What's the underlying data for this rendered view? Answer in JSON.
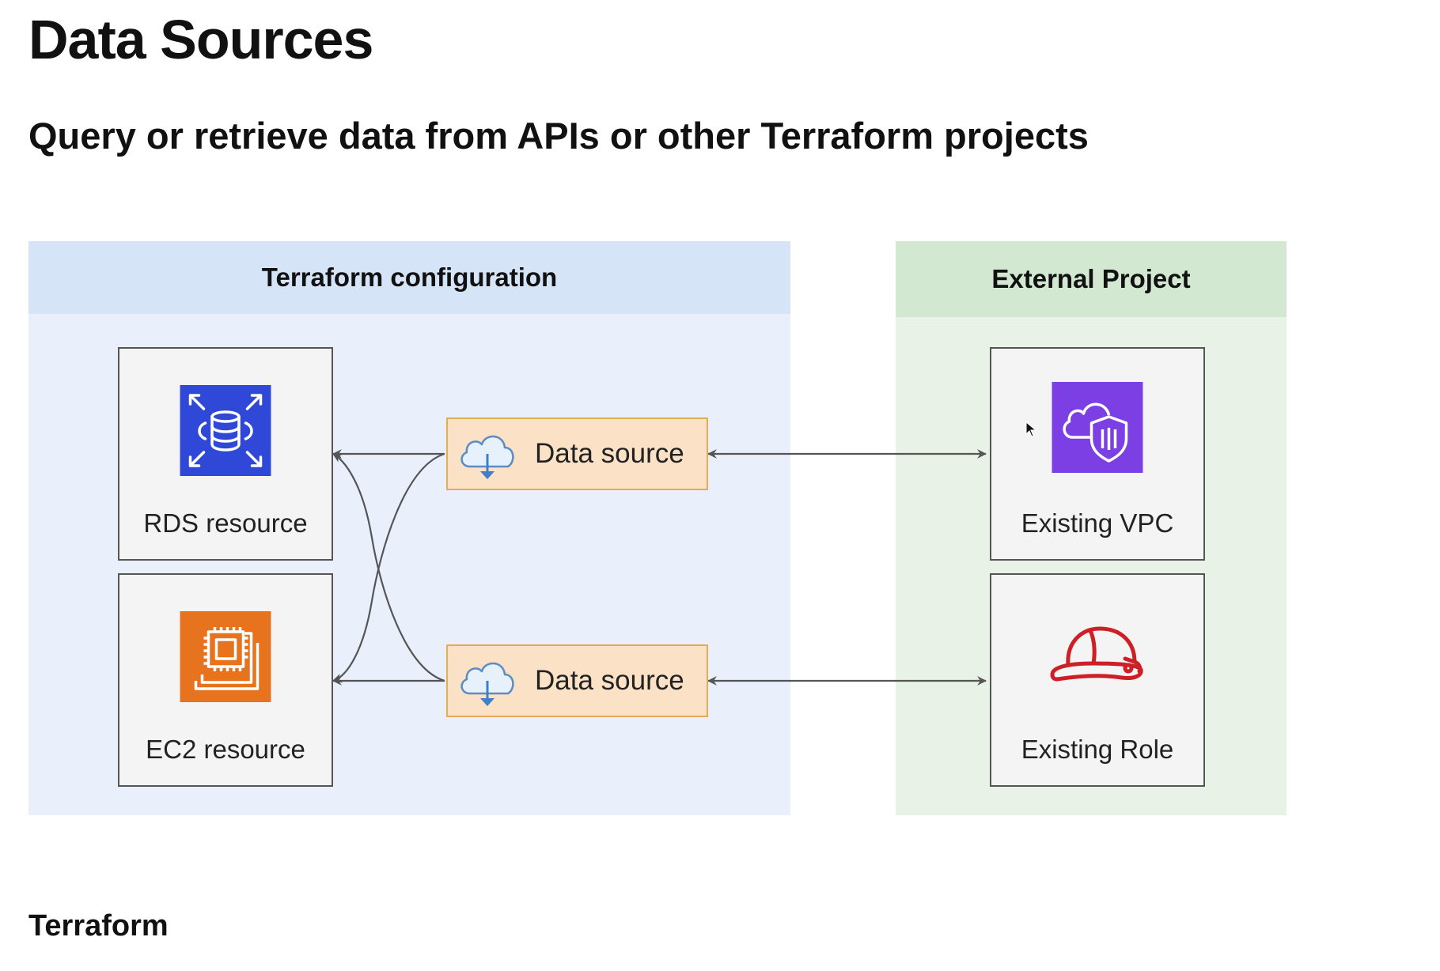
{
  "page": {
    "title": "Data Sources",
    "subtitle": "Query or retrieve data from APIs or other Terraform projects",
    "footer": "Terraform"
  },
  "diagram": {
    "terraform_panel": {
      "title": "Terraform configuration",
      "color": "#d6e4f8",
      "resources": [
        {
          "label": "RDS resource",
          "icon": "rds-database-icon",
          "color": "#3048d8"
        },
        {
          "label": "EC2 resource",
          "icon": "ec2-chip-icon",
          "color": "#e8731f"
        }
      ],
      "data_sources": [
        {
          "label": "Data source",
          "icon": "cloud-download-icon"
        },
        {
          "label": "Data source",
          "icon": "cloud-download-icon"
        }
      ]
    },
    "external_panel": {
      "title": "External Project",
      "color": "#d2e8d0",
      "items": [
        {
          "label": "Existing VPC",
          "icon": "cloud-shield-icon",
          "color": "#7b3fe4"
        },
        {
          "label": "Existing Role",
          "icon": "hard-hat-icon",
          "color": "#cc1f26"
        }
      ]
    },
    "data_source_fill": "#fbe1c5",
    "data_source_border": "#e4ac55"
  }
}
